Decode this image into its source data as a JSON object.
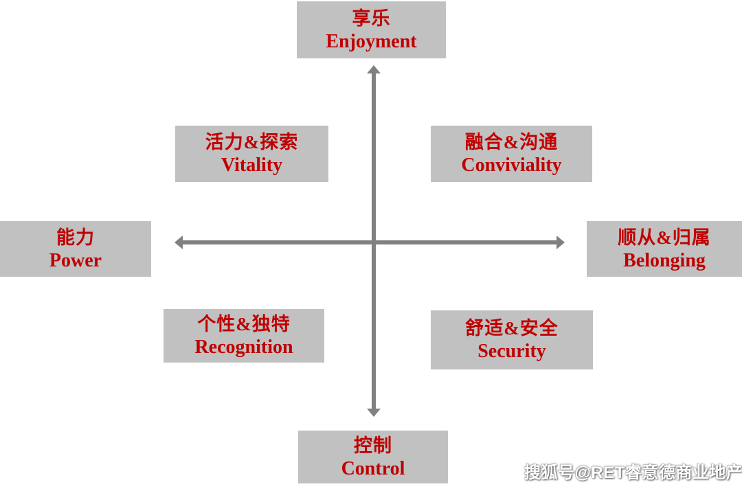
{
  "diagram": {
    "type": "quadrant-axis-diagram",
    "axes": {
      "top": {
        "zh": "享乐",
        "en": "Enjoyment"
      },
      "bottom": {
        "zh": "控制",
        "en": "Control"
      },
      "left": {
        "zh": "能力",
        "en": "Power"
      },
      "right": {
        "zh": "顺从&归属",
        "en": "Belonging"
      }
    },
    "quadrants": {
      "top_left": {
        "zh": "活力&探索",
        "en": "Vitality"
      },
      "top_right": {
        "zh": "融合&沟通",
        "en": "Conviviality"
      },
      "bottom_left": {
        "zh": "个性&独特",
        "en": "Recognition"
      },
      "bottom_right": {
        "zh": "舒适&安全",
        "en": "Security"
      }
    },
    "colors": {
      "background": "#ffffff",
      "box_bg": "#c1c1c1",
      "label_text": "#c00000",
      "arrow": "#808080"
    },
    "watermark": "搜狐号@RET睿意德商业地产"
  }
}
